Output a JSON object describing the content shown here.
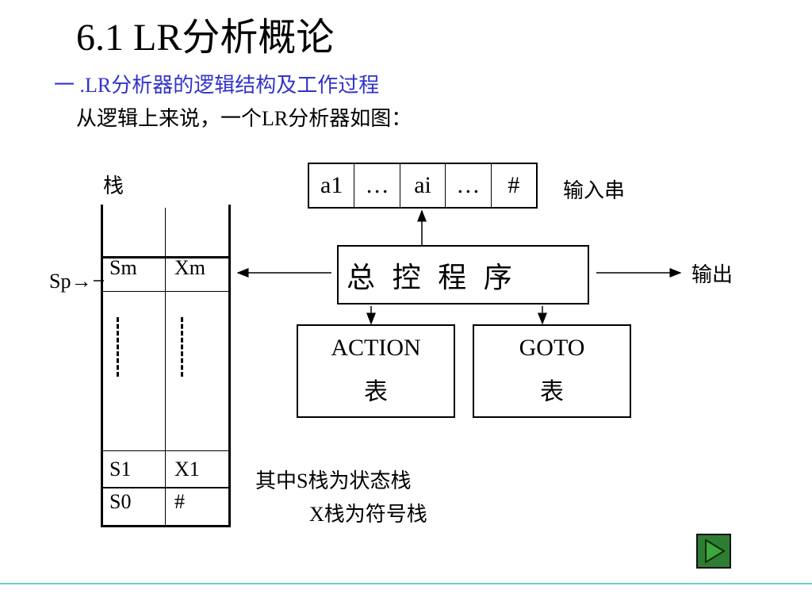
{
  "slide": {
    "title": "6.1  LR分析概论",
    "subtitle": "一 .LR分析器的逻辑结构及工作过程",
    "intro": "从逻辑上来说，一个LR分析器如图："
  },
  "diagram": {
    "stack_label": "栈",
    "sp_label": "Sp→",
    "input_cells": [
      "a1",
      "…",
      "ai",
      "…",
      "#"
    ],
    "input_label": "输入串",
    "control_program": "总控程序",
    "output_label": "输出",
    "action_table": {
      "line1": "ACTION",
      "line2": "表"
    },
    "goto_table": {
      "line1": "GOTO",
      "line2": "表"
    },
    "stack_rows": {
      "top": [
        "Sm",
        "Xm"
      ],
      "row2": [
        "S1",
        "X1"
      ],
      "bottom": [
        "S0",
        "#"
      ]
    },
    "note_line1": "其中S栈为状态栈",
    "note_line2": "X栈为符号栈"
  },
  "colors": {
    "subtitle": "#3333cc",
    "play_button": "#2e7d32",
    "footer_line": "#6fd0c8"
  },
  "controls": {
    "next_icon": "play-triangle-icon"
  }
}
